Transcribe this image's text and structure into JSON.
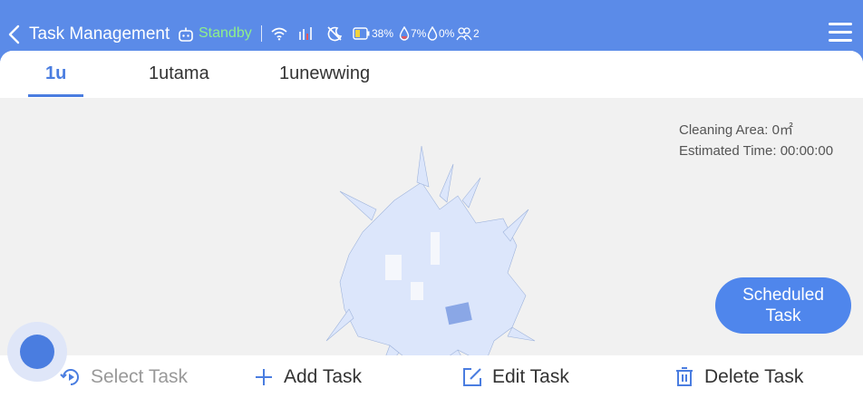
{
  "header": {
    "title": "Task Management",
    "status": "Standby",
    "battery": "38%",
    "water_level_1": "7%",
    "water_level_2": "0%",
    "people_count": "2"
  },
  "tabs": [
    {
      "label": "1u",
      "active": true
    },
    {
      "label": "1utama",
      "active": false
    },
    {
      "label": "1unewwing",
      "active": false
    }
  ],
  "map_info": {
    "cleaning_area_label": "Cleaning Area:",
    "cleaning_area_value": "0㎡",
    "estimated_time_label": "Estimated Time:",
    "estimated_time_value": "00:00:00"
  },
  "scheduled_button": {
    "line1": "Scheduled",
    "line2": "Task"
  },
  "actions": [
    {
      "label": "Select Task",
      "icon": "select-task-icon",
      "disabled": true
    },
    {
      "label": "Add Task",
      "icon": "plus-icon",
      "disabled": false
    },
    {
      "label": "Edit Task",
      "icon": "edit-icon",
      "disabled": false
    },
    {
      "label": "Delete Task",
      "icon": "trash-icon",
      "disabled": false
    }
  ],
  "colors": {
    "primary": "#4a7de0",
    "header_bg": "#5b8be8",
    "status_green": "#8ff08a",
    "map_fill": "#dce6fb"
  }
}
